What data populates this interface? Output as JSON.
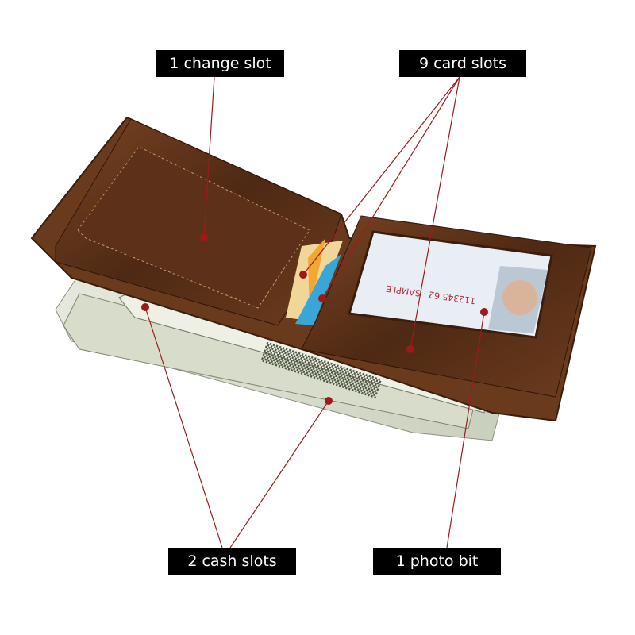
{
  "callouts": {
    "change_slot": "1 change slot",
    "card_slots": "9 card slots",
    "cash_slots": "2 cash slots",
    "photo_bit": "1 photo bit"
  },
  "colors": {
    "leather": "#5a3018",
    "leather_light": "#8a5430",
    "callout_line": "#9b1c1c",
    "label_bg": "#000000"
  }
}
